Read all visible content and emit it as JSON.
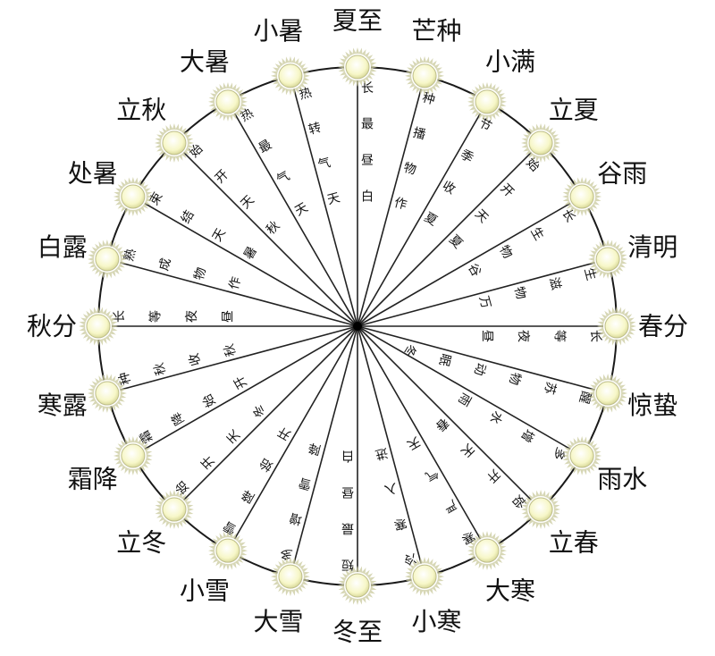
{
  "colors": {
    "background": "#ffffff",
    "ring": "#1a1a1a",
    "spoke": "#222222",
    "sun_core": "#fbfbd9",
    "sun_halo": "#c9ca9d",
    "text": "#111111"
  },
  "terms": [
    {
      "name": "夏至",
      "desc": "白昼最长"
    },
    {
      "name": "芒种",
      "desc": "作物播种"
    },
    {
      "name": "小满",
      "desc": "夏收季节"
    },
    {
      "name": "立夏",
      "desc": "夏天开始"
    },
    {
      "name": "谷雨",
      "desc": "谷物生长"
    },
    {
      "name": "清明",
      "desc": "万物滋生"
    },
    {
      "name": "春分",
      "desc": "昼夜等长"
    },
    {
      "name": "惊蛰",
      "desc": "冬眠动物苏醒"
    },
    {
      "name": "雨水",
      "desc": "雨水增多"
    },
    {
      "name": "立春",
      "desc": "春天开始"
    },
    {
      "name": "大寒",
      "desc": "天气严寒"
    },
    {
      "name": "小寒",
      "desc": "进入寒冷"
    },
    {
      "name": "冬至",
      "desc": "白昼最短"
    },
    {
      "name": "大雪",
      "desc": "降雪增多"
    },
    {
      "name": "小雪",
      "desc": "开始降雪"
    },
    {
      "name": "立冬",
      "desc": "冬天开始"
    },
    {
      "name": "霜降",
      "desc": "开始降霜"
    },
    {
      "name": "寒露",
      "desc": "秋收秋种"
    },
    {
      "name": "秋分",
      "desc": "昼夜等长"
    },
    {
      "name": "白露",
      "desc": "作物成熟"
    },
    {
      "name": "处暑",
      "desc": "暑天结束"
    },
    {
      "name": "立秋",
      "desc": "秋天开始"
    },
    {
      "name": "大暑",
      "desc": "天气最热"
    },
    {
      "name": "小暑",
      "desc": "天气转热"
    }
  ]
}
